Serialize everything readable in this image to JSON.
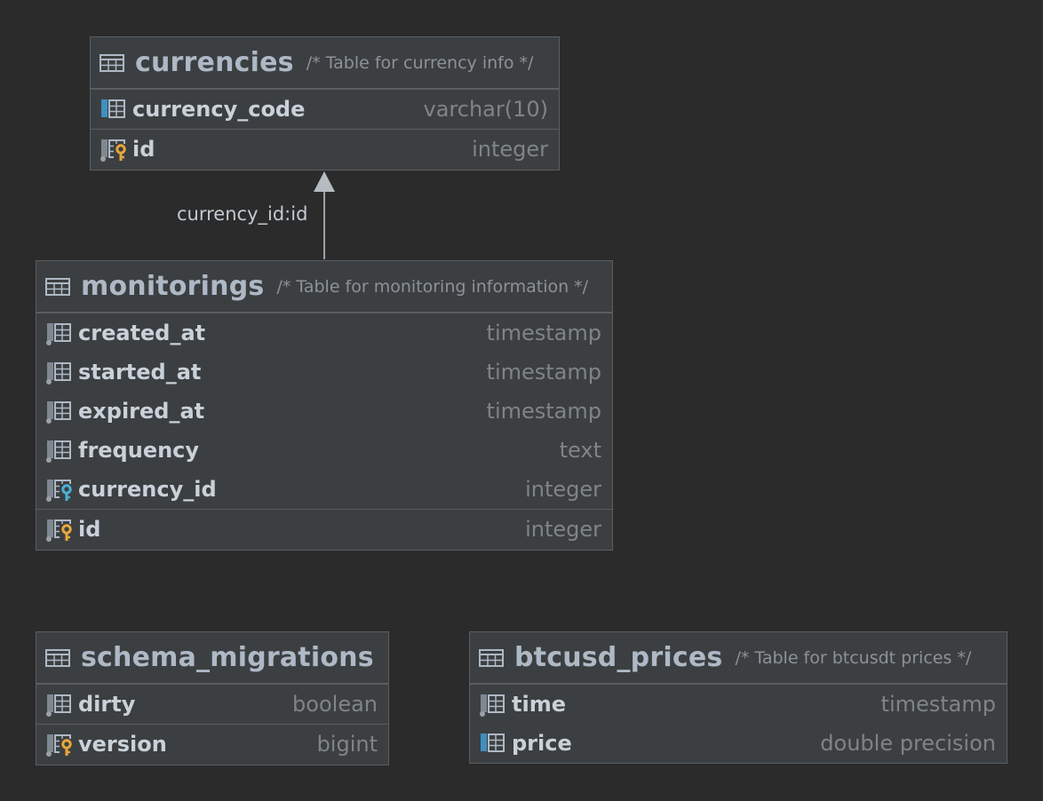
{
  "tables": {
    "currencies": {
      "name": "currencies",
      "comment": "/* Table for currency info */",
      "columns": [
        {
          "name": "currency_code",
          "type": "varchar(10)",
          "icon": "column-icon"
        }
      ],
      "keys": [
        {
          "name": "id",
          "type": "integer",
          "icon": "primary-key-column-icon"
        }
      ]
    },
    "monitorings": {
      "name": "monitorings",
      "comment": "/* Table for monitoring information */",
      "columns": [
        {
          "name": "created_at",
          "type": "timestamp",
          "icon": "not-null-column-icon"
        },
        {
          "name": "started_at",
          "type": "timestamp",
          "icon": "not-null-column-icon"
        },
        {
          "name": "expired_at",
          "type": "timestamp",
          "icon": "not-null-column-icon"
        },
        {
          "name": "frequency",
          "type": "text",
          "icon": "not-null-column-icon"
        },
        {
          "name": "currency_id",
          "type": "integer",
          "icon": "foreign-key-column-icon"
        }
      ],
      "keys": [
        {
          "name": "id",
          "type": "integer",
          "icon": "primary-key-column-icon"
        }
      ]
    },
    "schema_migrations": {
      "name": "schema_migrations",
      "comment": "",
      "columns": [
        {
          "name": "dirty",
          "type": "boolean",
          "icon": "not-null-column-icon"
        }
      ],
      "keys": [
        {
          "name": "version",
          "type": "bigint",
          "icon": "primary-key-column-icon"
        }
      ]
    },
    "btcusd_prices": {
      "name": "btcusd_prices",
      "comment": "/* Table for btcusdt prices */",
      "columns": [
        {
          "name": "time",
          "type": "timestamp",
          "icon": "not-null-column-icon"
        },
        {
          "name": "price",
          "type": "double precision",
          "icon": "column-icon"
        }
      ],
      "keys": []
    }
  },
  "relations": [
    {
      "from": "monitorings",
      "to": "currencies",
      "label": "currency_id:id"
    }
  ],
  "colors": {
    "background": "#2b2b2b",
    "table_bg": "#3c3f41",
    "border": "#5b5e60",
    "table_name": "#aeb9c6",
    "column_name": "#c9d1d9",
    "type_text": "#7f8487",
    "primary_key": "#e8a73c",
    "foreign_key": "#4ab0d8",
    "column_bar": "#3f8fbf"
  }
}
